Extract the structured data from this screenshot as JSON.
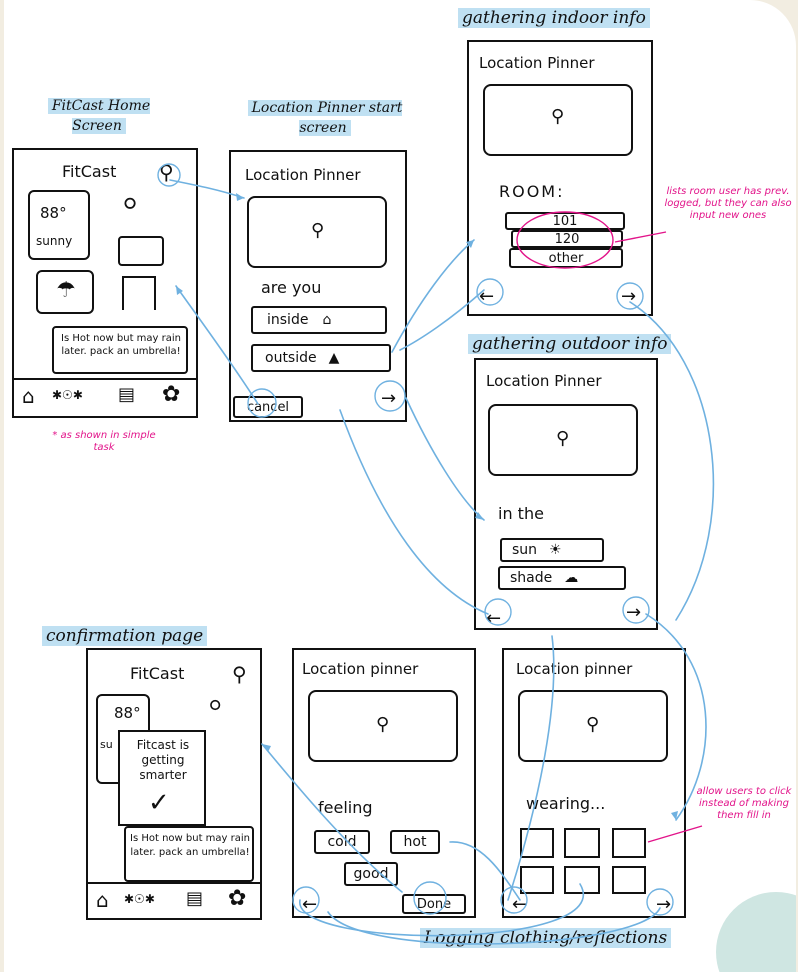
{
  "titles": {
    "home": "FitCast Home Screen",
    "start": "Location Pinner start screen",
    "indoor": "gathering indoor info",
    "outdoor": "gathering outdoor info",
    "confirm": "confirmation page",
    "logging": "Logging clothing/reflections"
  },
  "home": {
    "app_name": "FitCast",
    "temp": "88°",
    "condition": "sunny",
    "message": "Is Hot now but may rain later. pack an umbrella!"
  },
  "notes": {
    "simple_task": "* as shown in simple task",
    "rooms": "lists room user has prev. logged, but they can also input new ones",
    "wearing": "allow users to click instead of making them fill in"
  },
  "start": {
    "header": "Location Pinner",
    "question": "are you",
    "inside": "inside",
    "outside": "outside",
    "cancel": "cancel",
    "next": "→"
  },
  "indoor": {
    "header": "Location Pinner",
    "room_label": "ROOM:",
    "rooms": [
      "101",
      "120",
      "other"
    ],
    "back": "←",
    "next": "→"
  },
  "outdoor": {
    "header": "Location Pinner",
    "question": "in the",
    "sun": "sun",
    "shade": "shade",
    "back": "←",
    "next": "→"
  },
  "confirm": {
    "app_name": "FitCast",
    "temp": "88°",
    "partial_condition": "su",
    "popup": "Fitcast is getting smarter",
    "message": "Is Hot now but may rain later. pack an umbrella!"
  },
  "feeling": {
    "header": "Location pinner",
    "question": "feeling",
    "options": [
      "cold",
      "hot",
      "good"
    ],
    "back": "←",
    "done": "Done"
  },
  "wearing": {
    "header": "Location pinner",
    "question": "wearing...",
    "back": "←",
    "next": "→"
  },
  "colors": {
    "arrow": "#6fb1e0",
    "highlight": "#bfe0f2",
    "note": "#e2148a"
  }
}
